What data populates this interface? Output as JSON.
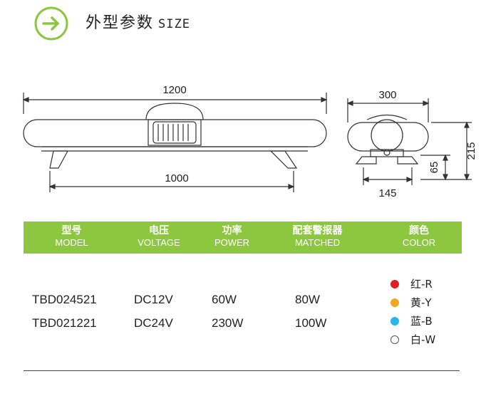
{
  "header": {
    "title_cn": "外型参数",
    "title_en": "SIZE",
    "icon": "arrow-right-circle-icon",
    "accent": "#8dc63f"
  },
  "drawing": {
    "length_overall": "1200",
    "length_bracket": "1000",
    "width_overall": "300",
    "height_overall": "215",
    "base_height": "65",
    "base_width": "145"
  },
  "table": {
    "header_color": "#8dc63f",
    "columns": [
      {
        "cn": "型号",
        "en": "MODEL"
      },
      {
        "cn": "电压",
        "en": "VOLTAGE"
      },
      {
        "cn": "功率",
        "en": "POWER"
      },
      {
        "cn": "配套警报器",
        "en": "MATCHED"
      },
      {
        "cn": "颜色",
        "en": "COLOR"
      }
    ],
    "rows": [
      {
        "model": "TBD024521",
        "voltage": "DC12V",
        "power": "60W",
        "matched": "80W"
      },
      {
        "model": "TBD021221",
        "voltage": "DC24V",
        "power": "230W",
        "matched": "100W"
      }
    ],
    "colors": [
      {
        "label": "红-R",
        "hex": "#e02020"
      },
      {
        "label": "黄-Y",
        "hex": "#f5a623"
      },
      {
        "label": "蓝-B",
        "hex": "#29b6e8"
      },
      {
        "label": "白-W",
        "hex": "#ffffff"
      }
    ]
  }
}
